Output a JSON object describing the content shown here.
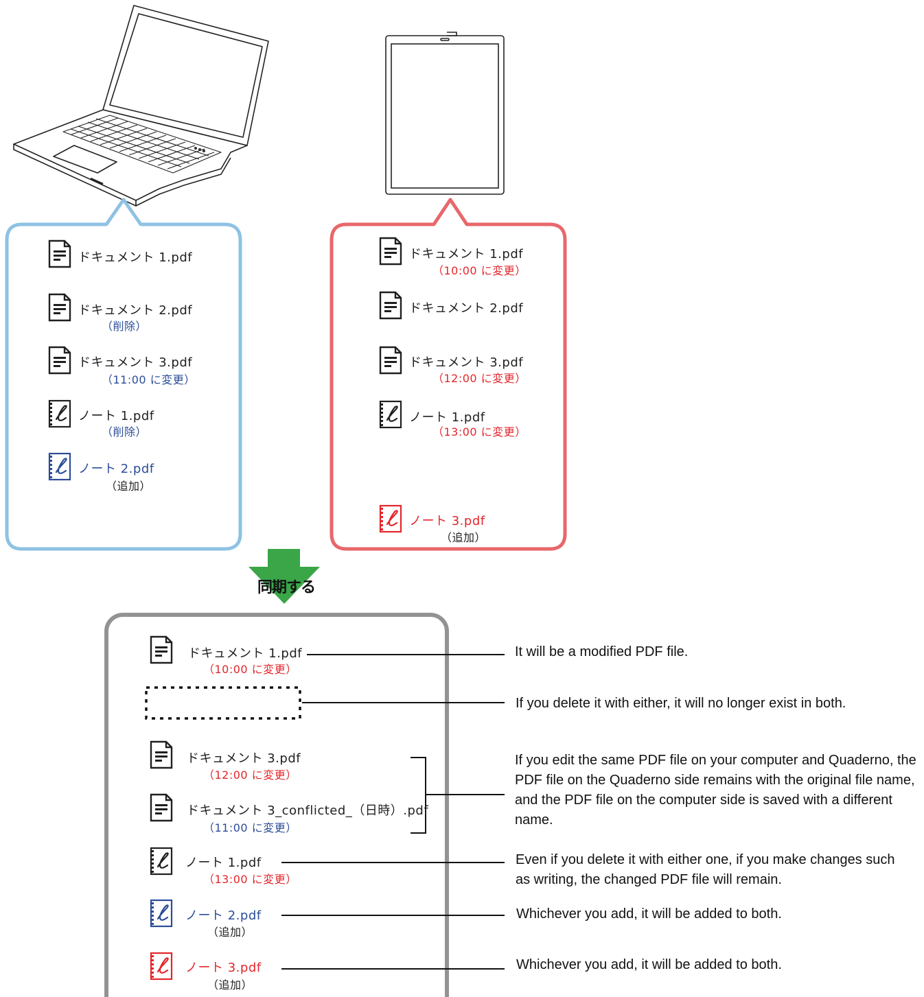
{
  "pc_panel": {
    "files": [
      {
        "id": "pc-doc1",
        "icon": "document-icon",
        "name": "ドキュメント 1.pdf",
        "status": "",
        "color": "black"
      },
      {
        "id": "pc-doc2",
        "icon": "document-icon",
        "name": "ドキュメント 2.pdf",
        "status": "（削除）",
        "color": "blue-status"
      },
      {
        "id": "pc-doc3",
        "icon": "document-icon",
        "name": "ドキュメント 3.pdf",
        "status": "（11:00 に変更）",
        "color": "blue-status"
      },
      {
        "id": "pc-note1",
        "icon": "note-icon",
        "name": "ノート 1.pdf",
        "status": "（削除）",
        "color": "blue-status"
      },
      {
        "id": "pc-note2",
        "icon": "note-icon",
        "name": "ノート 2.pdf",
        "status": "（追加）",
        "color": "blue"
      }
    ]
  },
  "quaderno_panel": {
    "files": [
      {
        "id": "q-doc1",
        "icon": "document-icon",
        "name": "ドキュメント 1.pdf",
        "status": "（10:00 に変更）"
      },
      {
        "id": "q-doc2",
        "icon": "document-icon",
        "name": "ドキュメント 2.pdf",
        "status": ""
      },
      {
        "id": "q-doc3",
        "icon": "document-icon",
        "name": "ドキュメント 3.pdf",
        "status": "（12:00 に変更）"
      },
      {
        "id": "q-note1",
        "icon": "note-icon",
        "name": "ノート 1.pdf",
        "status": "（13:00 に変更）"
      },
      {
        "id": "q-note3",
        "icon": "note-icon",
        "name": "ノート 3.pdf",
        "status": "（追加）"
      }
    ]
  },
  "sync_label": "同期する",
  "result_panel": {
    "files": [
      {
        "id": "r-doc1",
        "icon": "document-icon",
        "name": "ドキュメント 1.pdf",
        "status": "（10:00 に変更）"
      },
      {
        "id": "r-doc3",
        "icon": "document-icon",
        "name": "ドキュメント 3.pdf",
        "status": "（12:00 に変更）"
      },
      {
        "id": "r-doc3c",
        "icon": "document-icon",
        "name": "ドキュメント 3_conflicted_（日時）.pdf",
        "status": "（11:00 に変更）"
      },
      {
        "id": "r-note1",
        "icon": "note-icon",
        "name": "ノート 1.pdf",
        "status": "（13:00 に変更）"
      },
      {
        "id": "r-note2",
        "icon": "note-icon",
        "name": "ノート 2.pdf",
        "status": "（追加）"
      },
      {
        "id": "r-note3",
        "icon": "note-icon",
        "name": "ノート 3.pdf",
        "status": "（追加）"
      }
    ]
  },
  "notes": [
    "It will be a modified PDF file.",
    "If you delete it with either, it will no longer exist in both.",
    "If you edit the same PDF file on your computer and Quaderno, the PDF file on the Quaderno side remains with the original file name, and the PDF file on the computer side is saved with a different name.",
    "Even if you delete it with either one, if you make changes such as writing, the changed PDF file will remain.",
    "Whichever you add, it will be added to both.",
    "Whichever you add, it will be added to both."
  ],
  "colors": {
    "pc_border": "#8ec2e4",
    "quaderno_border": "#e8676b",
    "result_border": "#939393",
    "sync_arrow": "#3aa648",
    "blue": "#2b4c97",
    "red": "#e3262b"
  }
}
